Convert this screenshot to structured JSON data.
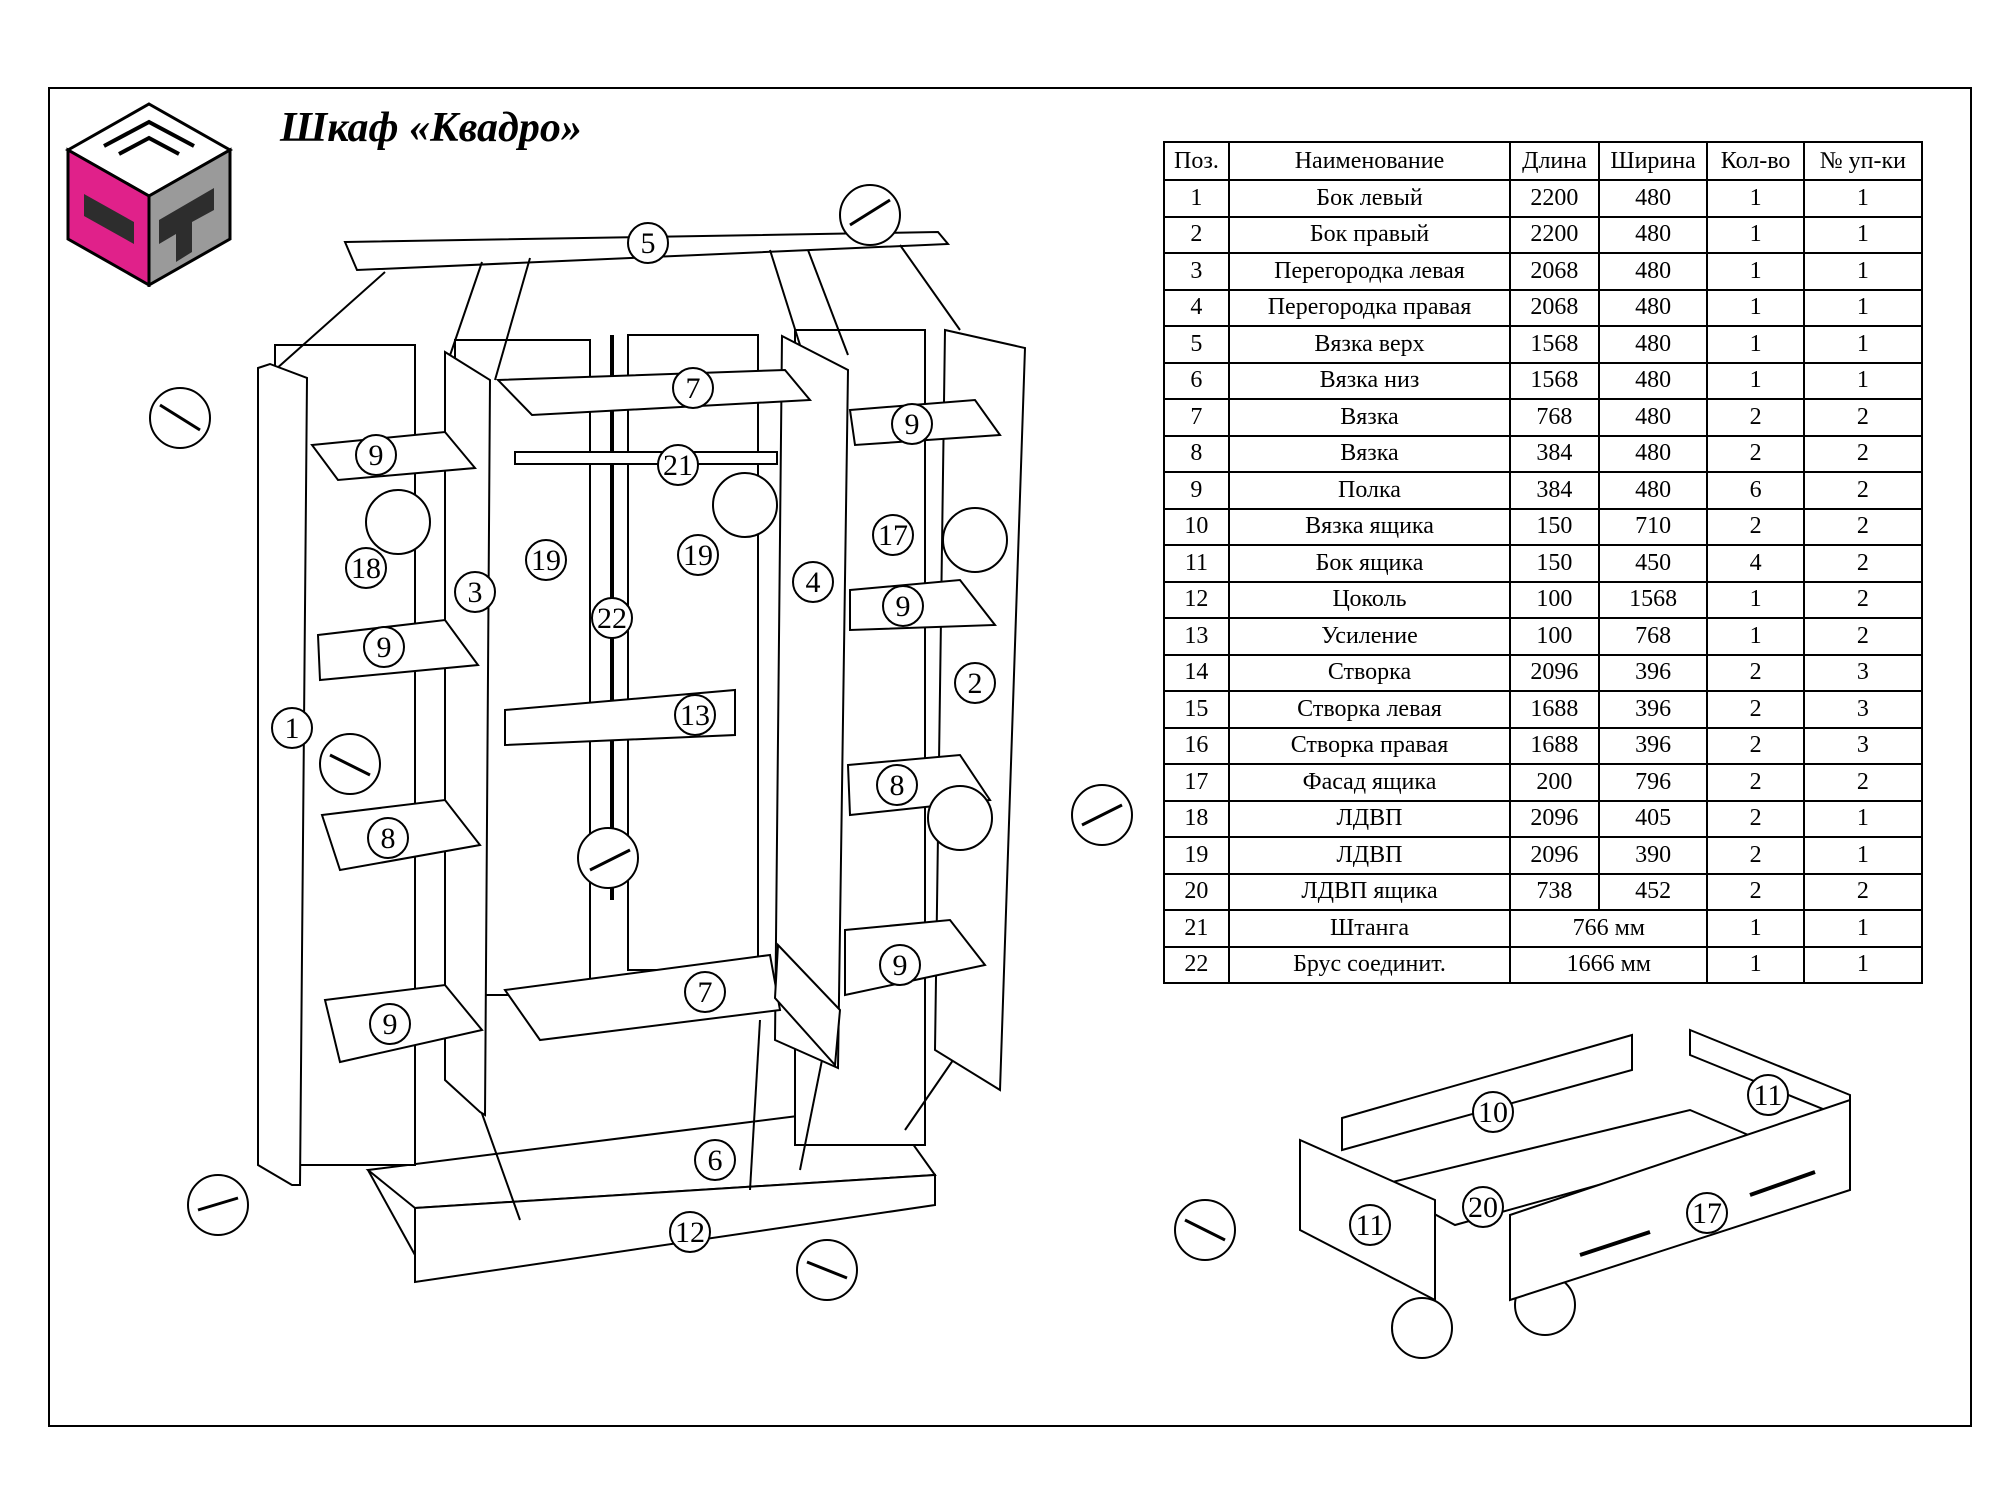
{
  "title": "Шкаф «Квадро»",
  "logo": {
    "icon": "cm-cube-logo-icon",
    "colors": {
      "magenta": "#e0218a",
      "dark": "#3a3a3a",
      "gray": "#9a9a9a"
    }
  },
  "table": {
    "headers": [
      "Поз.",
      "Наименование",
      "Длина",
      "Ширина",
      "Кол-во",
      "№ уп-ки"
    ],
    "rows": [
      {
        "pos": "1",
        "name": "Бок левый",
        "length": "2200",
        "width": "480",
        "qty": "1",
        "pack": "1"
      },
      {
        "pos": "2",
        "name": "Бок правый",
        "length": "2200",
        "width": "480",
        "qty": "1",
        "pack": "1"
      },
      {
        "pos": "3",
        "name": "Перегородка левая",
        "length": "2068",
        "width": "480",
        "qty": "1",
        "pack": "1"
      },
      {
        "pos": "4",
        "name": "Перегородка правая",
        "length": "2068",
        "width": "480",
        "qty": "1",
        "pack": "1"
      },
      {
        "pos": "5",
        "name": "Вязка верх",
        "length": "1568",
        "width": "480",
        "qty": "1",
        "pack": "1"
      },
      {
        "pos": "6",
        "name": "Вязка низ",
        "length": "1568",
        "width": "480",
        "qty": "1",
        "pack": "1"
      },
      {
        "pos": "7",
        "name": "Вязка",
        "length": "768",
        "width": "480",
        "qty": "2",
        "pack": "2"
      },
      {
        "pos": "8",
        "name": "Вязка",
        "length": "384",
        "width": "480",
        "qty": "2",
        "pack": "2"
      },
      {
        "pos": "9",
        "name": "Полка",
        "length": "384",
        "width": "480",
        "qty": "6",
        "pack": "2"
      },
      {
        "pos": "10",
        "name": "Вязка ящика",
        "length": "150",
        "width": "710",
        "qty": "2",
        "pack": "2"
      },
      {
        "pos": "11",
        "name": "Бок ящика",
        "length": "150",
        "width": "450",
        "qty": "4",
        "pack": "2"
      },
      {
        "pos": "12",
        "name": "Цоколь",
        "length": "100",
        "width": "1568",
        "qty": "1",
        "pack": "2"
      },
      {
        "pos": "13",
        "name": "Усиление",
        "length": "100",
        "width": "768",
        "qty": "1",
        "pack": "2"
      },
      {
        "pos": "14",
        "name": "Створка",
        "length": "2096",
        "width": "396",
        "qty": "2",
        "pack": "3"
      },
      {
        "pos": "15",
        "name": "Створка левая",
        "length": "1688",
        "width": "396",
        "qty": "2",
        "pack": "3"
      },
      {
        "pos": "16",
        "name": "Створка правая",
        "length": "1688",
        "width": "396",
        "qty": "2",
        "pack": "3"
      },
      {
        "pos": "17",
        "name": "Фасад ящика",
        "length": "200",
        "width": "796",
        "qty": "2",
        "pack": "2"
      },
      {
        "pos": "18",
        "name": "ЛДВП",
        "length": "2096",
        "width": "405",
        "qty": "2",
        "pack": "1"
      },
      {
        "pos": "19",
        "name": "ЛДВП",
        "length": "2096",
        "width": "390",
        "qty": "2",
        "pack": "1"
      },
      {
        "pos": "20",
        "name": "ЛДВП ящика",
        "length": "738",
        "width": "452",
        "qty": "2",
        "pack": "2"
      },
      {
        "pos": "21",
        "name": "Штанга",
        "size": "766 мм",
        "qty": "1",
        "pack": "1"
      },
      {
        "pos": "22",
        "name": "Брус соединит.",
        "size": "1666 мм",
        "qty": "1",
        "pack": "1"
      }
    ]
  },
  "callouts": {
    "p1": "1",
    "p2": "2",
    "p3": "3",
    "p4": "4",
    "p5": "5",
    "p6": "6",
    "p7a": "7",
    "p7b": "7",
    "p8a": "8",
    "p8b": "8",
    "p9a": "9",
    "p9b": "9",
    "p9c": "9",
    "p9d": "9",
    "p9e": "9",
    "p9f": "9",
    "p12": "12",
    "p13": "13",
    "p17": "17",
    "p18": "18",
    "p19a": "19",
    "p19b": "19",
    "p21": "21",
    "p22": "22",
    "d10": "10",
    "d11a": "11",
    "d11b": "11",
    "d17": "17",
    "d20": "20"
  }
}
